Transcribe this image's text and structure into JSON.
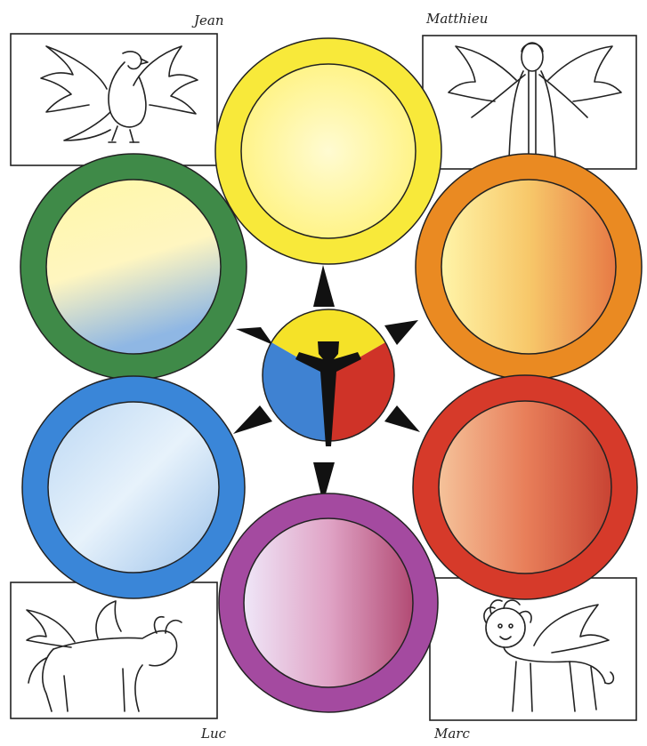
{
  "labels": {
    "top_left": "Jean",
    "top_right": "Matthieu",
    "bottom_left": "Luc",
    "bottom_right": "Marc"
  },
  "panels": {
    "top_left_icon": "eagle-icon",
    "top_right_icon": "angel-icon",
    "bottom_left_icon": "winged-ox-icon",
    "bottom_right_icon": "winged-lion-icon"
  },
  "colors": {
    "yellow": "#f8e93a",
    "orange": "#ea8a22",
    "red": "#d63a2a",
    "purple": "#a44aa0",
    "blue": "#3a86d8",
    "green": "#3f8a48"
  }
}
